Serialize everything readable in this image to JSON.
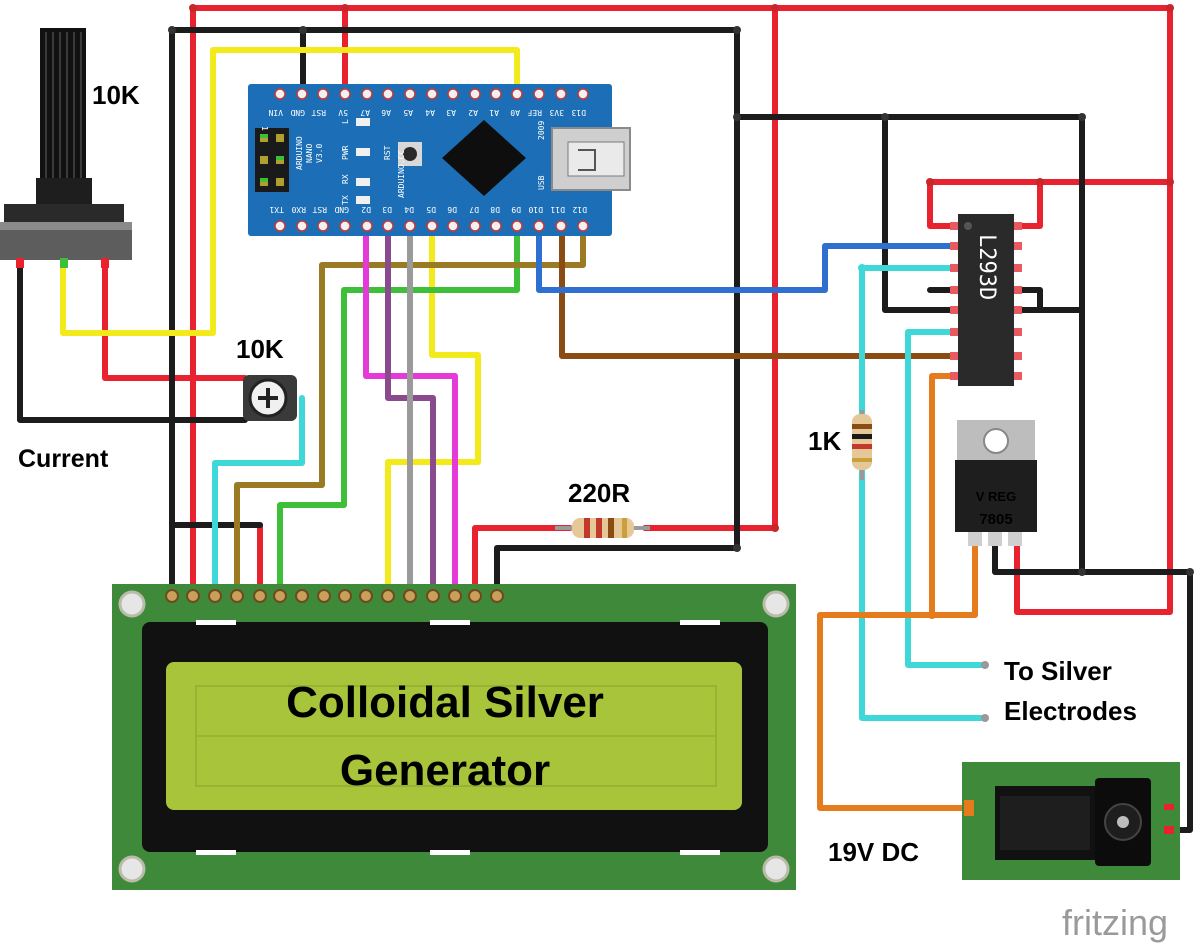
{
  "labels": {
    "pot_value": "10K",
    "trimmer_value": "10K",
    "current": "Current",
    "resistor_220": "220R",
    "resistor_1k": "1K",
    "to_silver_line1": "To Silver",
    "to_silver_line2": "Electrodes",
    "power": "19V DC",
    "watermark": "fritzing"
  },
  "lcd": {
    "line1": "Colloidal Silver",
    "line2": "Generator"
  },
  "ic": {
    "driver": "L293D",
    "regulator_label": "V REG",
    "regulator_part": "7805"
  },
  "nano": {
    "name_lines": [
      "ARDUINO",
      "NANO",
      "V3.0"
    ],
    "top_pins": [
      "VIN",
      "GND",
      "RST",
      "5V",
      "A7",
      "A6",
      "A5",
      "A4",
      "A3",
      "A2",
      "A1",
      "A0",
      "REF",
      "3V3",
      "D13"
    ],
    "bottom_pins": [
      "TX1",
      "RX0",
      "RST",
      "GND",
      "D2",
      "D3",
      "D4",
      "D5",
      "D6",
      "D7",
      "D8",
      "D9",
      "D10",
      "D11",
      "D12"
    ],
    "misc": {
      "pwr": "PWR",
      "tx": "TX",
      "rx": "RX",
      "rst": "RST",
      "l": "L",
      "icsp": "ICSP",
      "usb": "USB",
      "year": "2009",
      "cc": "ARDUINO.CC",
      "one": "1"
    }
  },
  "colors": {
    "red": "#e8222e",
    "black": "#1c1c1c",
    "yellow": "#f3ea1c",
    "green": "#3dbf3a",
    "blue": "#2f6fd0",
    "brown": "#8a4c12",
    "olive": "#9a7a22",
    "magenta": "#e43ad8",
    "purple": "#8a4a8e",
    "gray": "#9a9a9a",
    "cyan": "#3ed8d8",
    "orange": "#e57b1c",
    "board": "#1c6fb6",
    "pcb_green": "#3f8a3a",
    "lcd_screen": "#a8c43a"
  }
}
